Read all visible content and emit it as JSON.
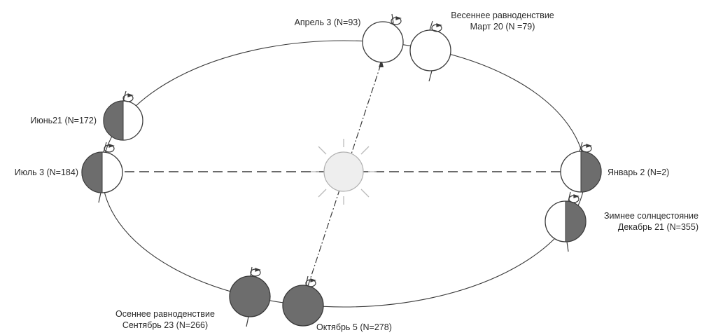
{
  "labels": {
    "april": "Апрель 3 (N=93)",
    "spring_title": "Весеннее равноденствие",
    "spring_date": "Март 20 (N =79)",
    "june": "Июнь21 (N=172)",
    "july": "Июль 3 (N=184)",
    "january": "Январь 2 (N=2)",
    "winter_title": "Зимнее солнцестояние",
    "winter_date": "Декабрь 21 (N=355)",
    "autumn_title": "Осеннее равноденствие",
    "autumn_date": "Сентябрь 23 (N=266)",
    "october": "Октябрь 5 (N=278)"
  },
  "colors": {
    "line": "#3a3a3a",
    "shade": "#6d6d6d",
    "sun_fill": "#eeeeee",
    "sun_rays": "#bbbbbb",
    "text": "#2a2a2a"
  },
  "icons": [
    "sun-icon",
    "earth-icon",
    "rotation-arrow-icon"
  ]
}
